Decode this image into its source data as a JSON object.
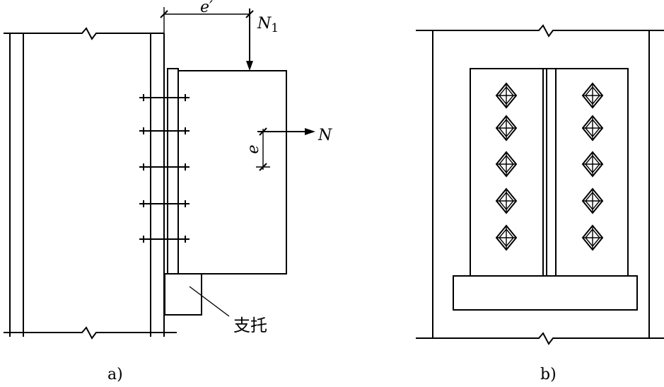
{
  "colors": {
    "ink": "#000000",
    "paper": "#ffffff"
  },
  "figure_a": {
    "caption": "a)",
    "dim_horizontal_label": "e′",
    "dim_vertical_label": "e",
    "force_vertical": {
      "symbol": "N",
      "subscript": "1"
    },
    "force_horizontal": "N",
    "bracket_label": "支托"
  },
  "figure_b": {
    "caption": "b)"
  }
}
